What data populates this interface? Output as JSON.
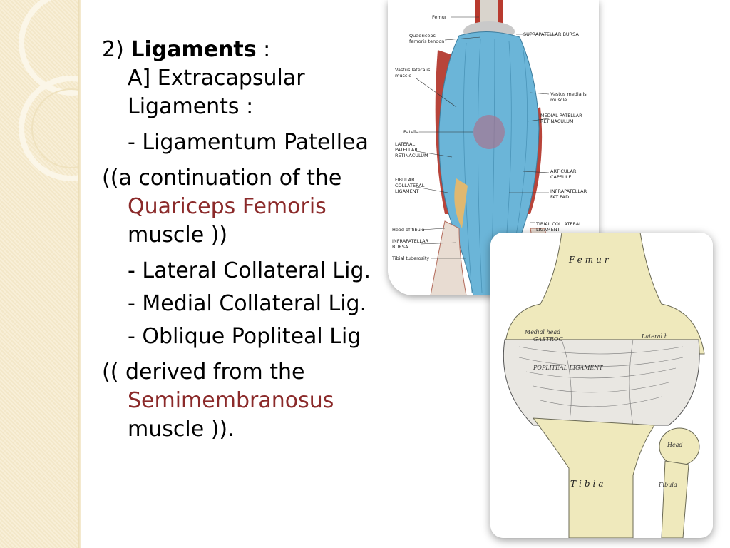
{
  "slide": {
    "heading_number": "2)",
    "heading_bold": "Ligaments",
    "heading_colon": ":",
    "subheading_line1": "A] Extracapsular",
    "subheading_line2": "Ligaments :",
    "item1": "- Ligamentum Patellea",
    "note1_prefix": "((a continuation of the",
    "note1_red": "Quariceps Femoris",
    "note1_suffix": "muscle ))",
    "item2": "- Lateral Collateral Lig.",
    "item3": "- Medial Collateral Lig.",
    "item4": "- Oblique Popliteal Lig",
    "note2_prefix": "(( derived from the",
    "note2_red": "Semimembranosus",
    "note2_suffix": "muscle ))."
  },
  "figure1": {
    "labels": {
      "femur": "Femur",
      "quadriceps1": "Quadriceps",
      "quadriceps2": "femoris tendon",
      "suprapatellar": "SUPRAPATELLAR BURSA",
      "vastus_lat1": "Vastus lateralis",
      "vastus_lat2": "muscle",
      "vastus_med1": "Vastus medialis",
      "vastus_med2": "muscle",
      "medial_pat1": "MEDIAL PATELLAR",
      "medial_pat2": "RETINACULUM",
      "patella": "Patella",
      "lateral_pat1": "LATERAL",
      "lateral_pat2": "PATELLAR",
      "lateral_pat3": "RETINACULUM",
      "articular1": "ARTICULAR",
      "articular2": "CAPSULE",
      "fibular1": "FIBULAR",
      "fibular2": "COLLATERAL",
      "fibular3": "LIGAMENT",
      "infra_fat1": "INFRAPATELLAR",
      "infra_fat2": "FAT PAD",
      "head_fibula": "Head of fibula",
      "tibial_col1": "TIBIAL COLLATERAL",
      "tibial_col2": "LIGAMENT",
      "infra_bursa1": "INFRAPATELLAR",
      "infra_bursa2": "BURSA",
      "tibial_tub": "Tibial tuberosity"
    }
  },
  "figure2": {
    "labels": {
      "femur": "Femur",
      "medial_head": "Medial head",
      "gastroc": "GASTROC",
      "lateral_head": "Lateral h.",
      "popliteal": "POPLITEAL LIGAMENT",
      "head": "Head",
      "tibia": "Tibia",
      "fibula": "Fibula"
    }
  }
}
